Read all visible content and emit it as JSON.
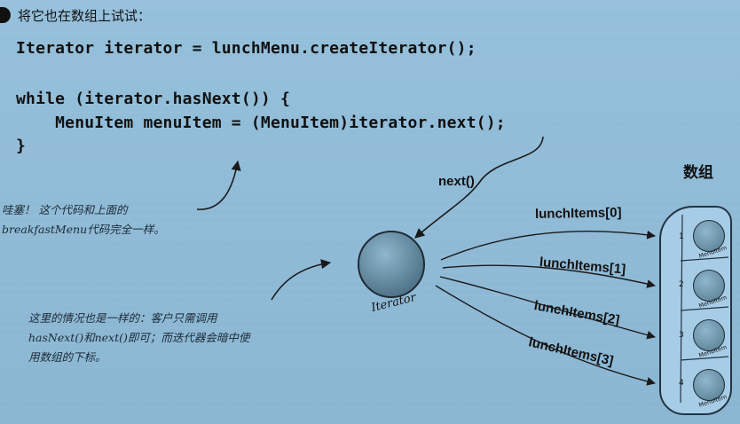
{
  "heading": "将它也在数组上试试：",
  "code": {
    "line1": "Iterator iterator = lunchMenu.createIterator();",
    "line2": "while (iterator.hasNext()) {",
    "line3": "    MenuItem menuItem = (MenuItem)iterator.next();",
    "line4": "}"
  },
  "notes": {
    "wow_line1": "哇塞！ 这个代码和上面的",
    "wow_line2": "breakfastMenu代码完全一样。",
    "same_line1": "这里的情况也是一样的：客户只需调用",
    "same_line2": "hasNext()和next()即可；而迭代器会暗中使",
    "same_line3": "用数组的下标。"
  },
  "diagram": {
    "next_label": "next()",
    "iterator_label": "Iterator",
    "array_title": "数组",
    "items": [
      "lunchItems[0]",
      "lunchItems[1]",
      "lunchItems[2]",
      "lunchItems[3]"
    ],
    "slot_numbers": [
      "1",
      "2",
      "3",
      "4"
    ],
    "slot_tag": "MenuItem"
  }
}
